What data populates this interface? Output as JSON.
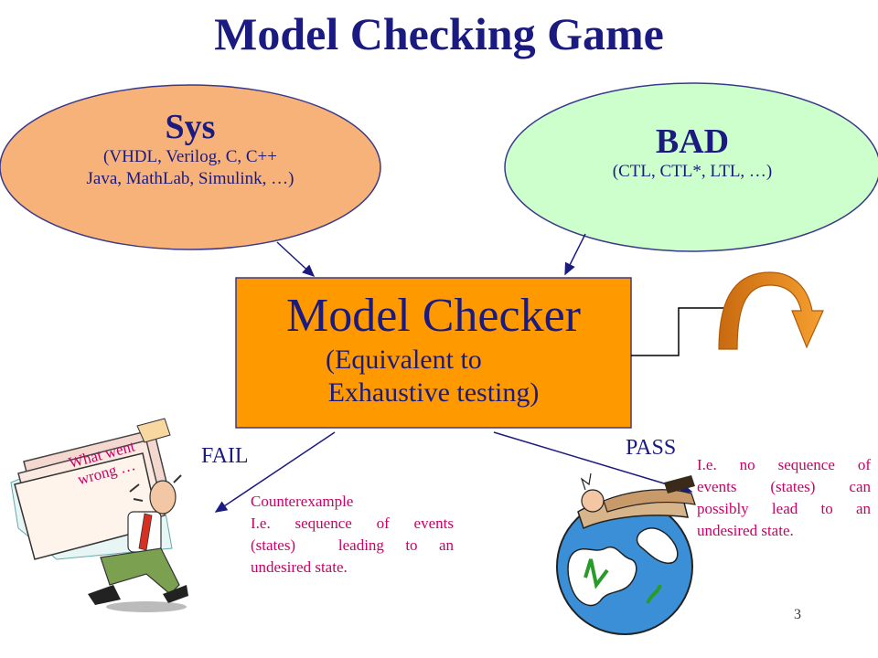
{
  "title": "Model Checking Game",
  "sys": {
    "heading": "Sys",
    "line1": "(VHDL, Verilog, C, C++",
    "line2": "Java, MathLab, Simulink, …)",
    "fill": "#f7b27a"
  },
  "bad": {
    "heading": "BAD",
    "line1": "(CTL, CTL*, LTL, …)",
    "fill": "#ccffcc"
  },
  "checker": {
    "title": "Model Checker",
    "line1": "(Equivalent to",
    "line2": "Exhaustive testing)",
    "fill": "#ff9900"
  },
  "fail": {
    "label": "FAIL",
    "clipart_text1": "What went",
    "clipart_text2": "wrong …",
    "desc1": "Counterexample",
    "desc2": "I.e. sequence of events",
    "desc3": "(states)  leading to an",
    "desc4": "undesired state."
  },
  "pass": {
    "label": "PASS",
    "desc1": "I.e.  no  sequence  of",
    "desc2": "events  (states)  can",
    "desc3": "possibly  lead  to  an",
    "desc4": "undesired state."
  },
  "page_number": "3",
  "colors": {
    "text_navy": "#1a1a80",
    "text_pink": "#cc0066",
    "arrow_navy": "#1a1a80",
    "loop_arrow": "#e07a10"
  }
}
